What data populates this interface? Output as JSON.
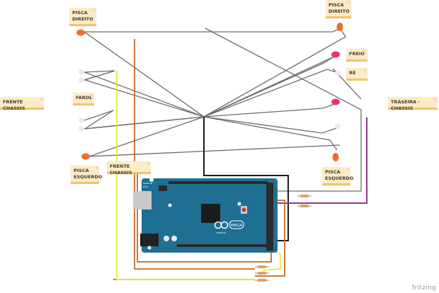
{
  "diagram": {
    "type": "fritzing-breadboard",
    "watermark": "fritzing",
    "notes": [
      {
        "id": "pisca-direito-left",
        "text": "PISCA\nDIREITO"
      },
      {
        "id": "pisca-direito-right",
        "text": "PISCA\nDIREITO"
      },
      {
        "id": "freio",
        "text": "FREIO"
      },
      {
        "id": "re",
        "text": "RÉ"
      },
      {
        "id": "frente-chassis-left",
        "text": "FRENTE CHASSIS"
      },
      {
        "id": "farol",
        "text": "FAROL"
      },
      {
        "id": "traseira-chassis",
        "text": "TRASEIRA - CHASSIS"
      },
      {
        "id": "pisca-esquerdo-left",
        "text": "PISCA\nESQUERDO"
      },
      {
        "id": "frente-chassis-center",
        "text": "FRENTE CHASSIS"
      },
      {
        "id": "pisca-esquerdo-right",
        "text": "PISCA\nESQUERDO"
      }
    ],
    "board": {
      "name": "Arduino Mega",
      "logo_text": "MEGA",
      "brand": "Arduino",
      "made_in": "MADE IN\nITALY",
      "color": "#1f6f94"
    },
    "leds": [
      {
        "id": "led-pisca-direito-left",
        "color": "#f26b2a"
      },
      {
        "id": "led-pisca-direito-right",
        "color": "#f26b2a"
      },
      {
        "id": "led-freio",
        "color": "#e8336a"
      },
      {
        "id": "led-re",
        "color": "#f3e6f3"
      },
      {
        "id": "led-farol-1",
        "color": "#f3e6f3"
      },
      {
        "id": "led-farol-2",
        "color": "#f3e6f3"
      },
      {
        "id": "led-farol-3",
        "color": "#f3e6f3"
      },
      {
        "id": "led-farol-4",
        "color": "#f3e6f3"
      },
      {
        "id": "led-traseira-white",
        "color": "#f3e6f3"
      },
      {
        "id": "led-traseira-red",
        "color": "#e8336a"
      },
      {
        "id": "led-pisca-esquerdo-left",
        "color": "#f26b2a"
      },
      {
        "id": "led-pisca-esquerdo-right",
        "color": "#f26b2a"
      }
    ],
    "wire_colors": {
      "gray": "#6d6d6d",
      "black": "#1a1a1a",
      "orange": "#c8682a",
      "yellow": "#eaea3a",
      "purple": "#8a3a8a",
      "brown": "#b5562a"
    },
    "resistor_count": 5
  }
}
